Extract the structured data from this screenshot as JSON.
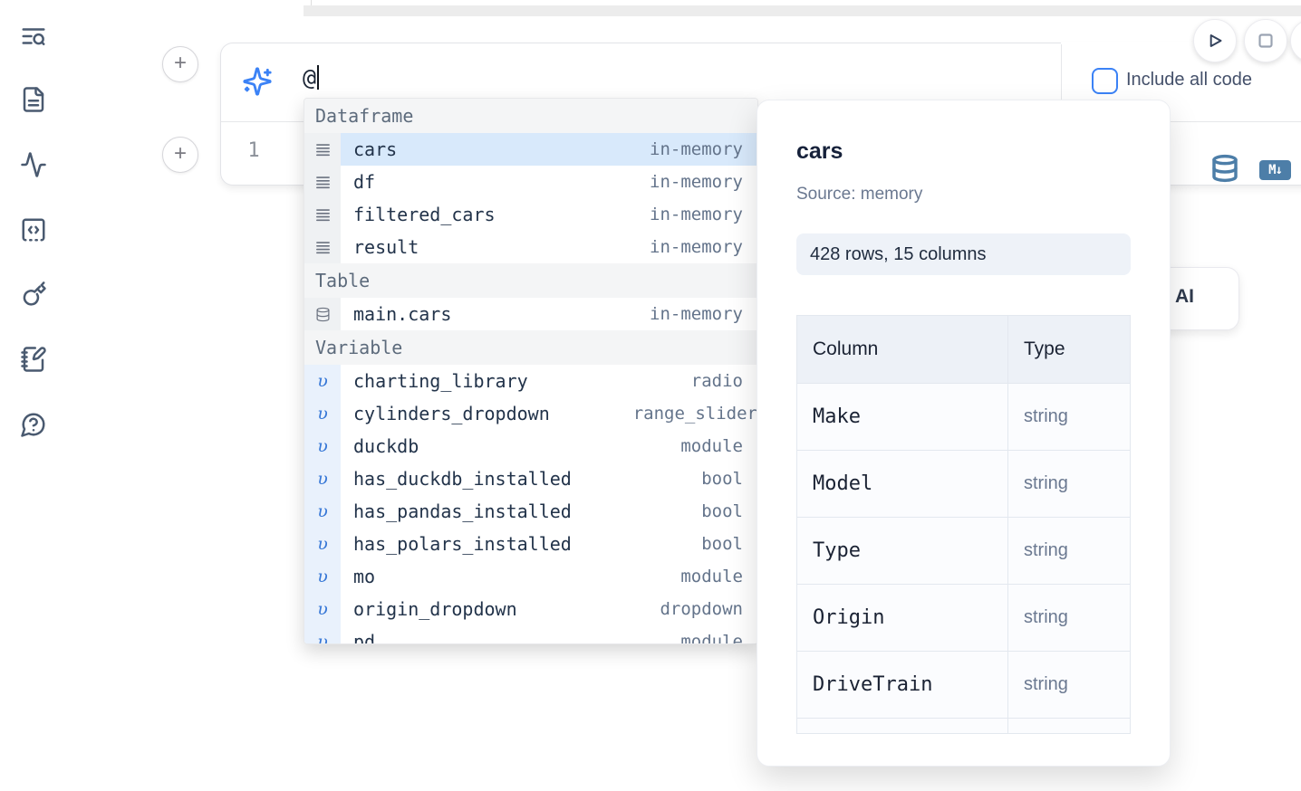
{
  "sidebar": {
    "items": [
      {
        "icon": "list-search-icon"
      },
      {
        "icon": "document-icon"
      },
      {
        "icon": "activity-icon"
      },
      {
        "icon": "code-block-icon"
      },
      {
        "icon": "key-icon"
      },
      {
        "icon": "scratchpad-icon"
      },
      {
        "icon": "help-icon"
      }
    ]
  },
  "toolbar": {
    "run_icon": "play-icon",
    "stop_icon": "stop-icon"
  },
  "ai_prompt": {
    "value": "@",
    "include_all_code_label": "Include all code",
    "sparkles_icon": "sparkles-icon"
  },
  "editor": {
    "line_number": "1",
    "database_icon": "database-icon",
    "markdown_badge": "M↓"
  },
  "autocomplete": {
    "sections": [
      {
        "label": "Dataframe",
        "items": [
          {
            "name": "cars",
            "type": "in-memory",
            "icon": "dataframe-icon",
            "selected": true
          },
          {
            "name": "df",
            "type": "in-memory",
            "icon": "dataframe-icon"
          },
          {
            "name": "filtered_cars",
            "type": "in-memory",
            "icon": "dataframe-icon"
          },
          {
            "name": "result",
            "type": "in-memory",
            "icon": "dataframe-icon"
          }
        ]
      },
      {
        "label": "Table",
        "items": [
          {
            "name": "main.cars",
            "type": "in-memory",
            "icon": "table-icon"
          }
        ]
      },
      {
        "label": "Variable",
        "items": [
          {
            "name": "charting_library",
            "type": "radio",
            "icon": "variable-icon"
          },
          {
            "name": "cylinders_dropdown",
            "type": "range_slider",
            "icon": "variable-icon"
          },
          {
            "name": "duckdb",
            "type": "module",
            "icon": "variable-icon"
          },
          {
            "name": "has_duckdb_installed",
            "type": "bool",
            "icon": "variable-icon"
          },
          {
            "name": "has_pandas_installed",
            "type": "bool",
            "icon": "variable-icon"
          },
          {
            "name": "has_polars_installed",
            "type": "bool",
            "icon": "variable-icon"
          },
          {
            "name": "mo",
            "type": "module",
            "icon": "variable-icon"
          },
          {
            "name": "origin_dropdown",
            "type": "dropdown",
            "icon": "variable-icon"
          },
          {
            "name": "pd",
            "type": "module",
            "icon": "variable-icon"
          }
        ]
      }
    ]
  },
  "tooltip": {
    "title": "cars",
    "source": "Source: memory",
    "shape": "428 rows, 15 columns",
    "table": {
      "headers": [
        "Column",
        "Type"
      ],
      "rows": [
        [
          "Make",
          "string"
        ],
        [
          "Model",
          "string"
        ],
        [
          "Type",
          "string"
        ],
        [
          "Origin",
          "string"
        ],
        [
          "DriveTrain",
          "string"
        ]
      ]
    }
  },
  "ai_button": {
    "label": "AI"
  },
  "colors": {
    "accent_blue": "#3b82f6",
    "steel_blue": "#4d7ea8",
    "selected_row_bg": "#d8e9fb",
    "icon_slate": "#4a5a70"
  }
}
